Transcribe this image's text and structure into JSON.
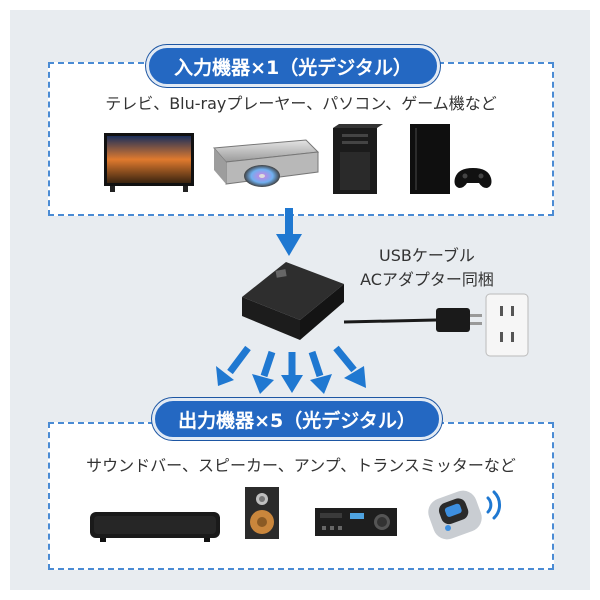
{
  "input": {
    "title": "入力機器×1（光デジタル）",
    "caption": "テレビ、Blu-rayプレーヤー、パソコン、ゲーム機など",
    "devices": [
      "tv",
      "bluray-player",
      "pc-tower",
      "game-console"
    ]
  },
  "output": {
    "title": "出力機器×5（光デジタル）",
    "caption": "サウンドバー、スピーカー、アンプ、トランスミッターなど",
    "devices": [
      "soundbar",
      "speaker",
      "amplifier",
      "bluetooth-transmitter"
    ]
  },
  "cable": {
    "line1": "USBケーブル",
    "line2": "ACアダプター同梱"
  },
  "colors": {
    "accent": "#2468c2",
    "arrow": "#1f78d1",
    "border": "#4a8bd4",
    "background": "#e8ecf0"
  },
  "icons": [
    "down-arrow-icon",
    "splitter-device",
    "usb-adapter-icon",
    "wall-outlet-icon",
    "wireless-signal-icon"
  ]
}
